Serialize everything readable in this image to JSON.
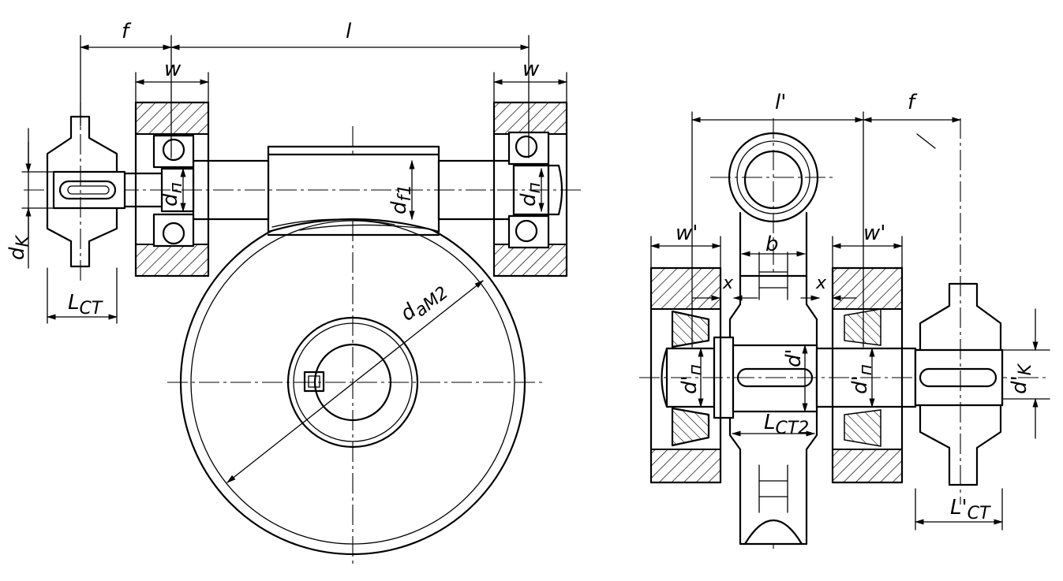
{
  "labels": {
    "f_left": "f",
    "l_top": "l",
    "w_left": "w",
    "w_right": "w",
    "d_k_left": "d",
    "d_k_left_sub": "K",
    "d_n_left1": "d",
    "d_n_left1_sub": "п",
    "d_f1": "d",
    "d_f1_sub": "f1",
    "d_n_right1": "d",
    "d_n_right1_sub": "п",
    "l_st_left": "L",
    "l_st_left_sub": "CT",
    "d_am2": "d",
    "d_am2_sub": "aM2",
    "l_prime": "l'",
    "f_right": "f",
    "w_prime_left": "w'",
    "w_prime_right": "w'",
    "b_label": "b",
    "x_left": "x",
    "x_right": "x",
    "d_n_prime_left": "d'",
    "d_n_prime_left_sub": "п",
    "d_prime_center": "d'",
    "d_n_prime_right": "d'",
    "d_n_prime_right_sub": "п",
    "d_k_prime": "d'",
    "d_k_prime_sub": "K",
    "l_st2": "L",
    "l_st2_sub": "CT2",
    "l_st_prime": "L'",
    "l_st_prime_sub": "CT"
  }
}
